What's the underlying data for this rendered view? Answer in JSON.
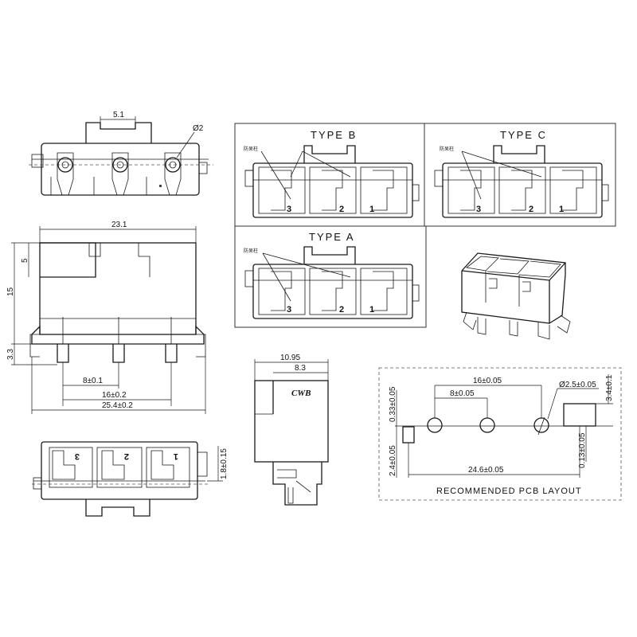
{
  "top_view": {
    "width_label": "5.1",
    "hole_label": "Ø2"
  },
  "front_view": {
    "overall_width": "23.1",
    "left_dim_5": "5",
    "height": "15",
    "pin_length": "3.3",
    "pitch": "8±0.1",
    "pin_span": "16±0.2",
    "total_width": "25.4±0.2"
  },
  "types": {
    "b": {
      "title": "TYPE  B",
      "note": "防呆柱",
      "pins": [
        "3",
        "2",
        "1"
      ]
    },
    "c": {
      "title": "TYPE  C",
      "note": "防呆柱",
      "pins": [
        "3",
        "2",
        "1"
      ]
    },
    "a": {
      "title": "TYPE  A",
      "note": "防呆柱",
      "pins": [
        "3",
        "2",
        "1"
      ]
    }
  },
  "bottom_view": {
    "thickness": "1.8±0.15",
    "pins": [
      "3",
      "2",
      "1"
    ]
  },
  "side_view": {
    "outer_width": "10.95",
    "inner_width": "8.3",
    "brand": "CWB"
  },
  "pcb_layout": {
    "title": "RECOMMENDED PCB LAYOUT",
    "span": "16±0.05",
    "pitch": "8±0.05",
    "hole": "Ø2.5±0.05",
    "pad_h": "3.4±0.1",
    "offset_top": "0.33±0.05",
    "offset_left": "2.4±0.05",
    "offset_right": "0.13±0.05",
    "total": "24.6±0.05"
  }
}
